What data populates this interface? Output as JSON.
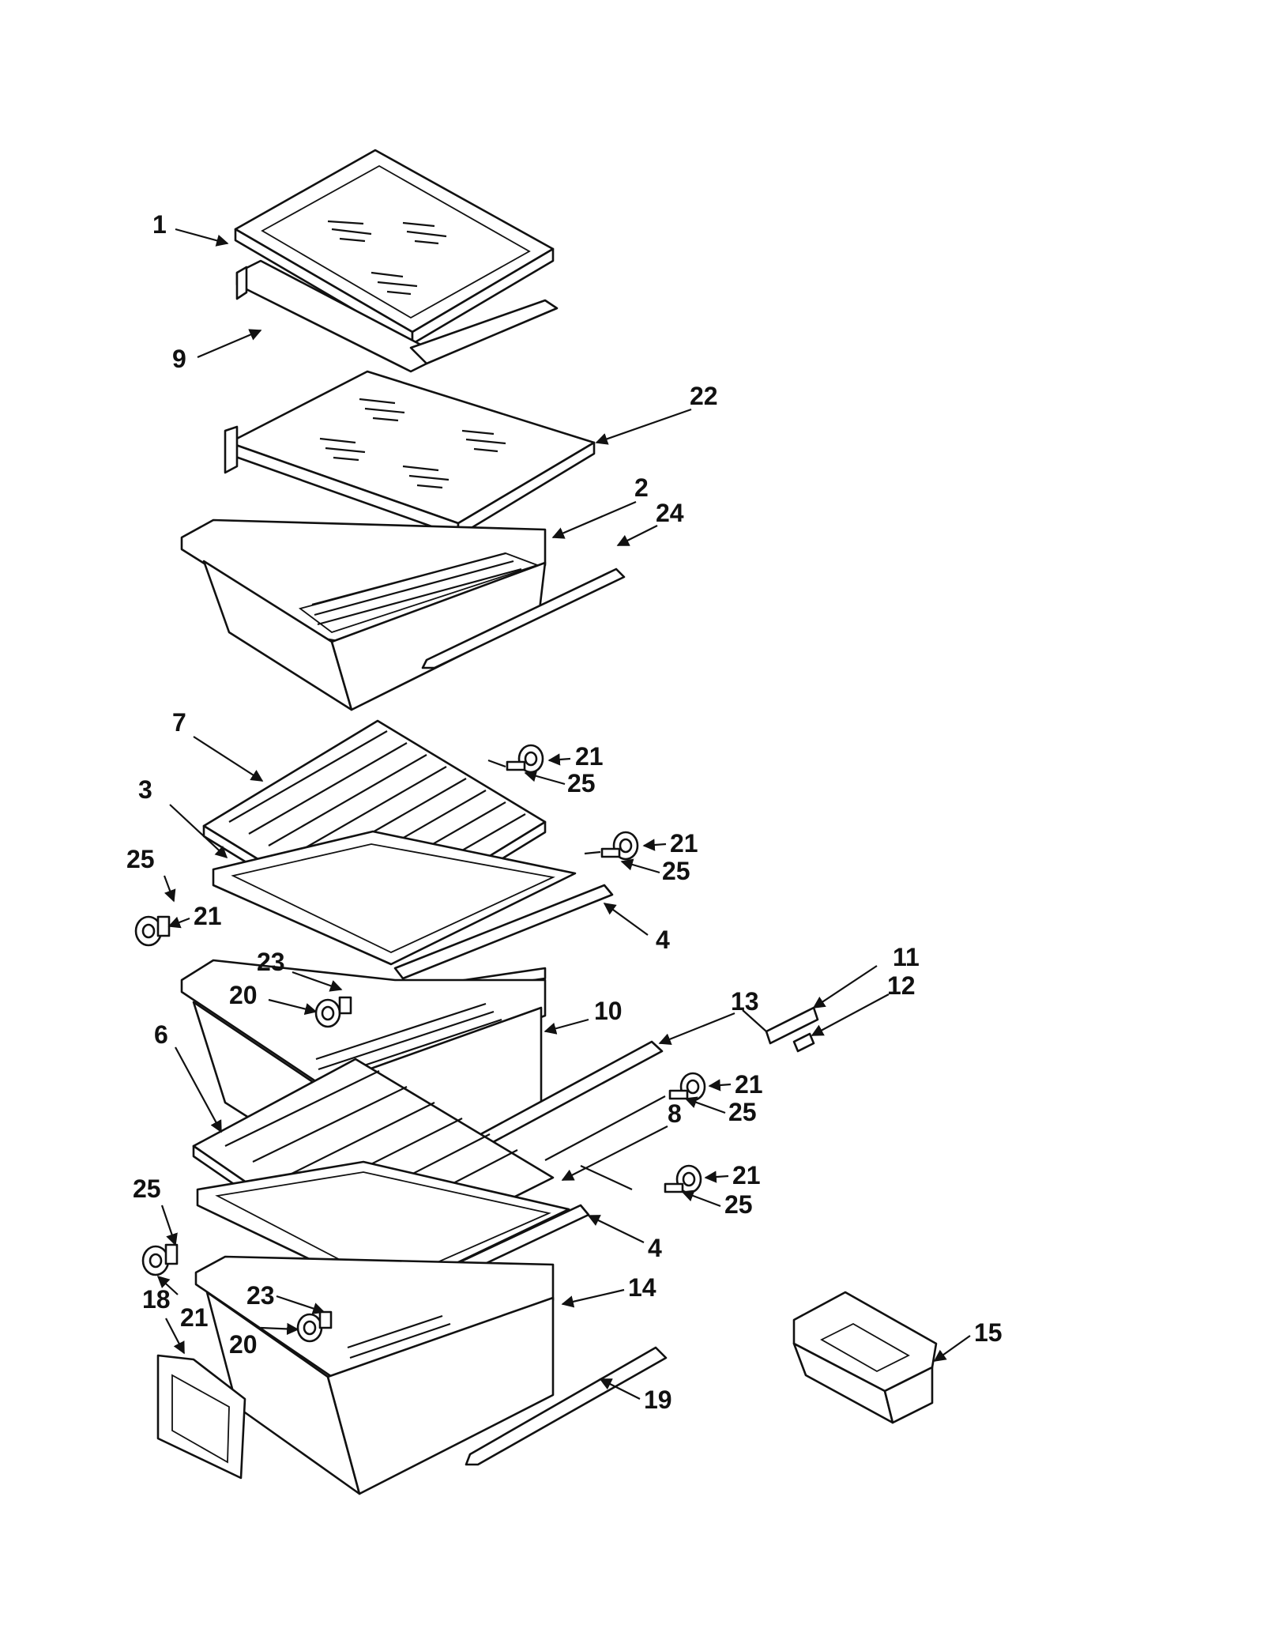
{
  "diagram": {
    "callouts": [
      {
        "id": "c1",
        "label": "1"
      },
      {
        "id": "c9",
        "label": "9"
      },
      {
        "id": "c22",
        "label": "22"
      },
      {
        "id": "c2",
        "label": "2"
      },
      {
        "id": "c24",
        "label": "24"
      },
      {
        "id": "c7",
        "label": "7"
      },
      {
        "id": "c21a",
        "label": "21"
      },
      {
        "id": "c25a",
        "label": "25"
      },
      {
        "id": "c3",
        "label": "3"
      },
      {
        "id": "c21b",
        "label": "21"
      },
      {
        "id": "c25b",
        "label": "25"
      },
      {
        "id": "c25c",
        "label": "25"
      },
      {
        "id": "c21c",
        "label": "21"
      },
      {
        "id": "c4a",
        "label": "4"
      },
      {
        "id": "c23a",
        "label": "23"
      },
      {
        "id": "c20a",
        "label": "20"
      },
      {
        "id": "c11",
        "label": "11"
      },
      {
        "id": "c12",
        "label": "12"
      },
      {
        "id": "c13",
        "label": "13"
      },
      {
        "id": "c10",
        "label": "10"
      },
      {
        "id": "c6",
        "label": "6"
      },
      {
        "id": "c21d",
        "label": "21"
      },
      {
        "id": "c25d",
        "label": "25"
      },
      {
        "id": "c8",
        "label": "8"
      },
      {
        "id": "c21e",
        "label": "21"
      },
      {
        "id": "c25e",
        "label": "25"
      },
      {
        "id": "c25f",
        "label": "25"
      },
      {
        "id": "c4b",
        "label": "4"
      },
      {
        "id": "c23b",
        "label": "23"
      },
      {
        "id": "c21f",
        "label": "21"
      },
      {
        "id": "c18",
        "label": "18"
      },
      {
        "id": "c14",
        "label": "14"
      },
      {
        "id": "c15",
        "label": "15"
      },
      {
        "id": "c20b",
        "label": "20"
      },
      {
        "id": "c19",
        "label": "19"
      }
    ]
  }
}
